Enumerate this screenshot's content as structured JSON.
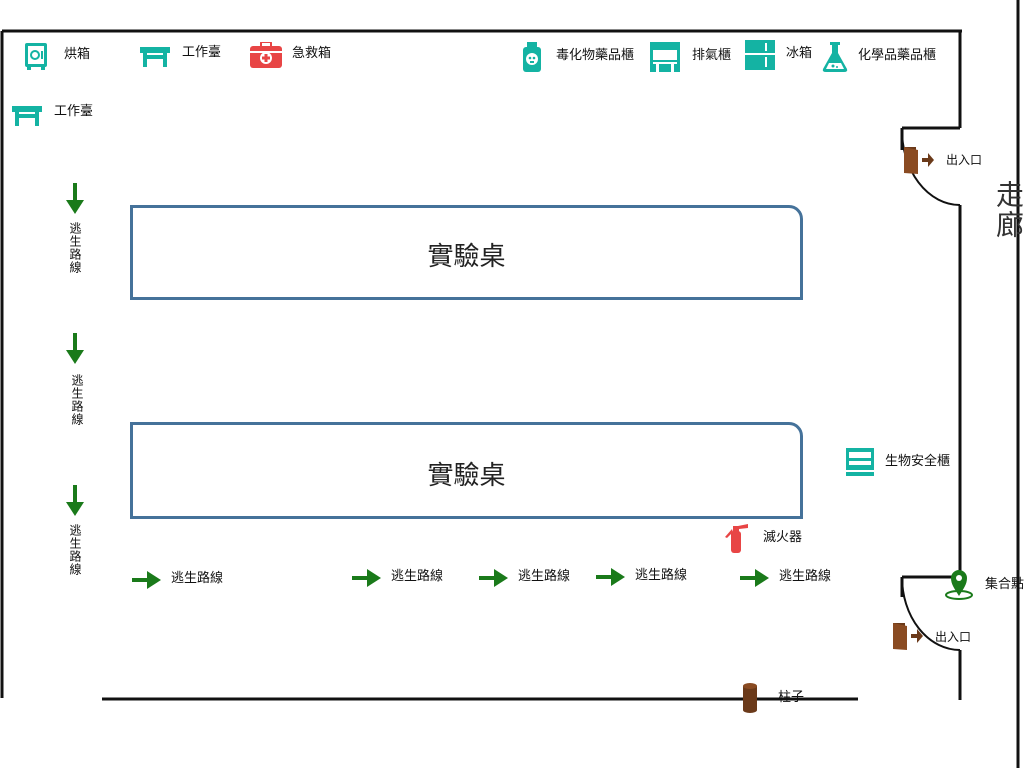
{
  "legend": {
    "oven": "烘箱",
    "workbench": "工作臺",
    "first_aid": "急救箱",
    "toxic_cabinet": "毒化物藥品櫃",
    "fume_hood": "排氣櫃",
    "fridge": "冰箱",
    "chem_cabinet": "化學品藥品櫃"
  },
  "room": {
    "workbench_left": "工作臺",
    "table_top": "實驗桌",
    "table_bottom": "實驗桌",
    "corridor": "走廊",
    "exit_top": "出入口",
    "exit_bottom": "出入口",
    "bio_cabinet": "生物安全櫃",
    "extinguisher": "滅火器",
    "assembly": "集合點",
    "pillar": "柱子"
  },
  "escape": {
    "vertical": [
      "逃生路線",
      "逃生路線",
      "逃生路線"
    ],
    "horizontal": [
      "逃生路線",
      "逃生路線",
      "逃生路線",
      "逃生路線",
      "逃生路線"
    ]
  },
  "colors": {
    "teal": "#14b3a3",
    "red": "#e84545",
    "green": "#1a7a1a",
    "brown": "#6b3a1a",
    "table_border": "#45729a",
    "wall": "#111111"
  }
}
